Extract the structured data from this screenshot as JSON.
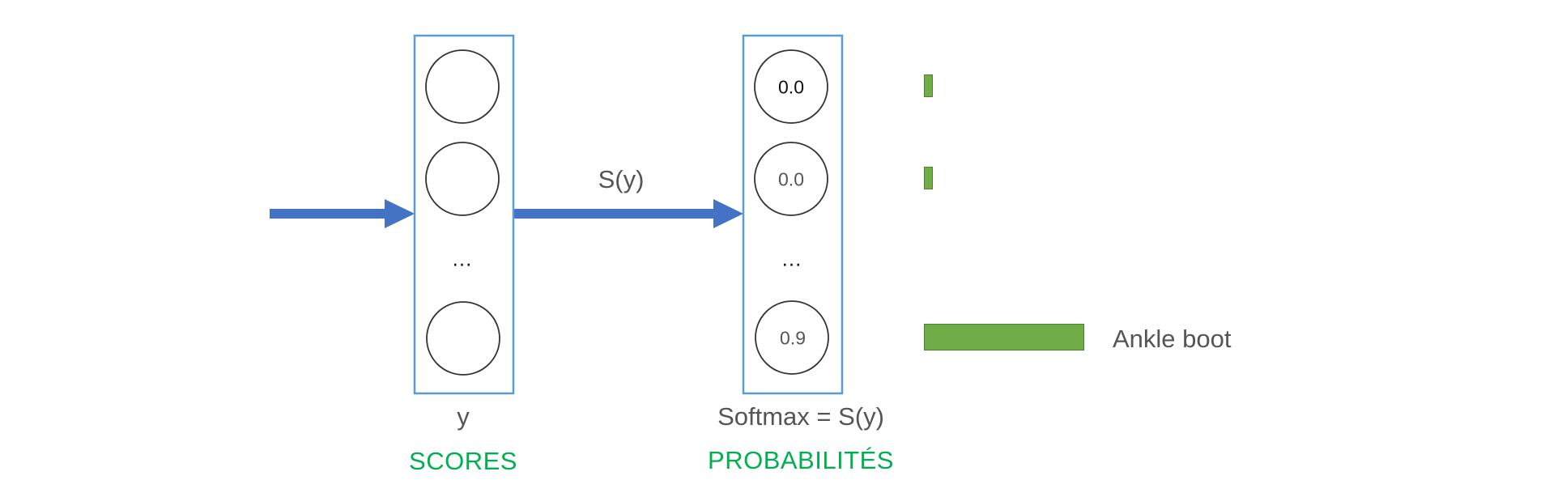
{
  "arrow_label": "S(y)",
  "scores_layer": {
    "variable_label": "y",
    "caption": "SCORES",
    "ellipsis": "..."
  },
  "probabilities_layer": {
    "variable_label": "Softmax = S(y)",
    "caption": "PROBABILITÉS",
    "ellipsis": "...",
    "values": [
      "0.0",
      "0.0",
      "0.9"
    ]
  },
  "outputs": [
    {
      "probability": 0.0,
      "label": ""
    },
    {
      "probability": 0.0,
      "label": ""
    },
    {
      "probability": 0.9,
      "label": "Ankle boot"
    }
  ],
  "colors": {
    "arrow": "#4472C4",
    "layer_border": "#5B9BD5",
    "bar_fill": "#70AD47",
    "caption": "#00B050",
    "text": "#555555"
  }
}
